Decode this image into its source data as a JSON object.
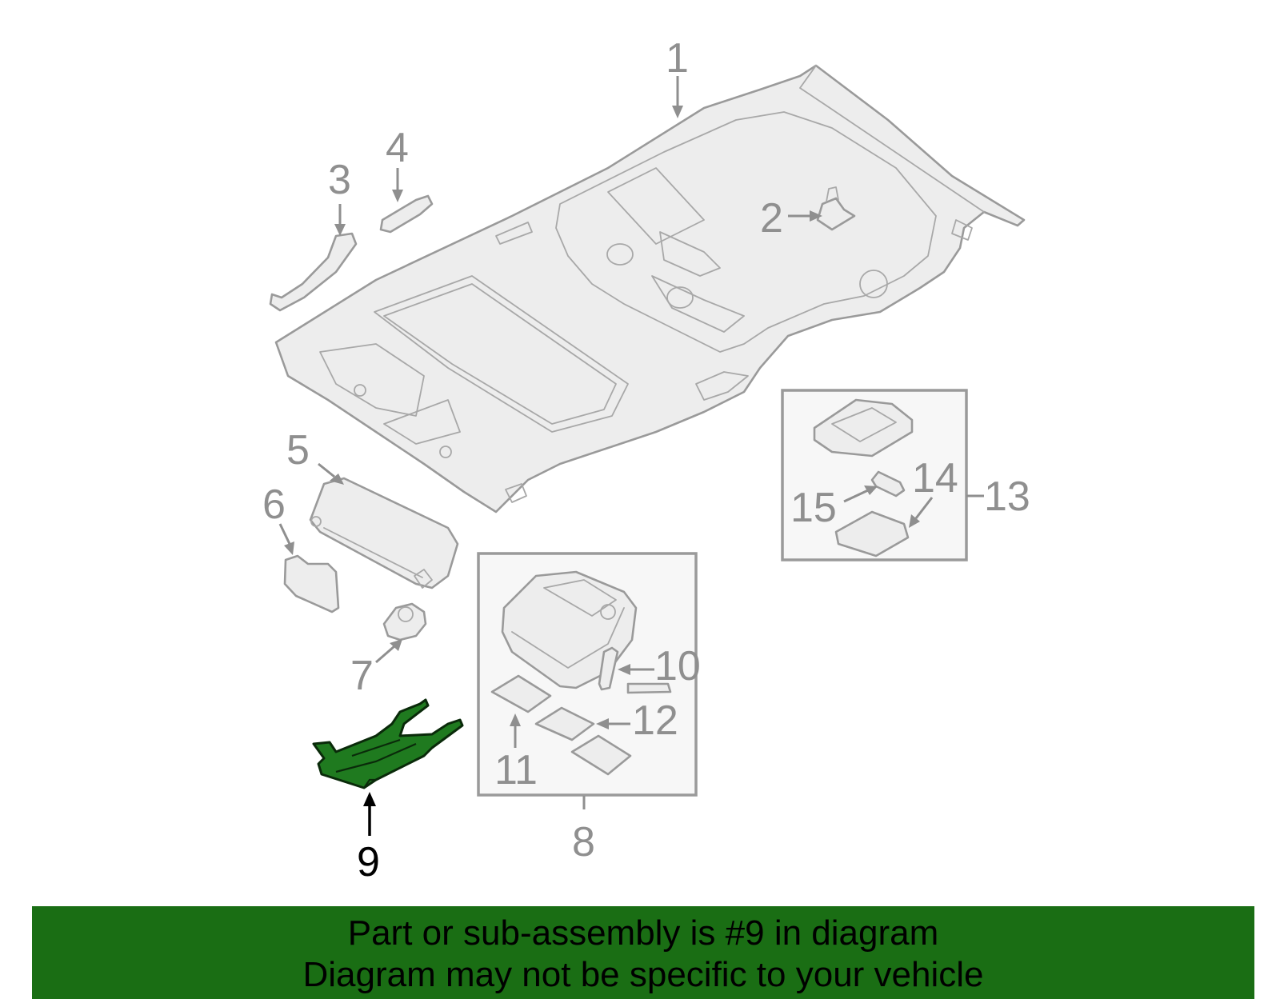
{
  "callouts": {
    "c1": "1",
    "c2": "2",
    "c3": "3",
    "c4": "4",
    "c5": "5",
    "c6": "6",
    "c7": "7",
    "c8": "8",
    "c9": "9",
    "c10": "10",
    "c11": "11",
    "c12": "12",
    "c13": "13",
    "c14": "14",
    "c15": "15"
  },
  "highlight": {
    "part": "9",
    "color": "#1f7a1f"
  },
  "banner": {
    "line1": "Part or sub-assembly is #9 in diagram",
    "line2": "Diagram may not be specific to your vehicle",
    "background": "#1a6e14"
  }
}
